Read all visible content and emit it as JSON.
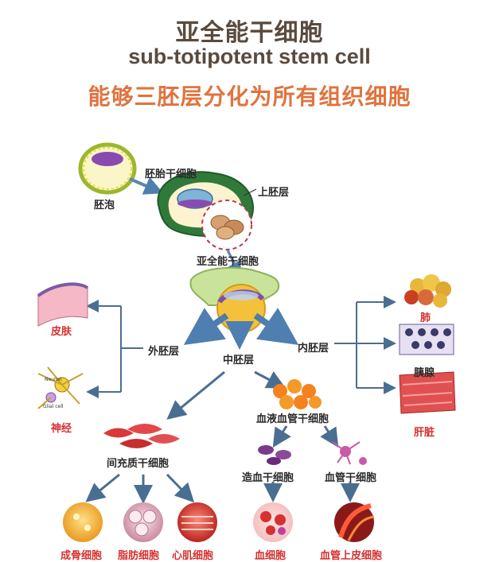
{
  "header": {
    "title": "亚全能干细胞",
    "subtitle": "sub-totipotent stem cell",
    "tagline": "能够三胚层分化为所有组织细胞"
  },
  "labels": {
    "blastocyst": "胚泡",
    "embryonic_stem_cell": "胚胎干细胞",
    "epiblast": "上胚层",
    "subtotipotent_stem_cell": "亚全能干细胞",
    "ectoderm": "外胚层",
    "mesoderm": "中胚层",
    "endoderm": "内胚层",
    "skin": "皮肤",
    "nerve": "神经",
    "lung": "肺",
    "pancreas": "胰腺",
    "liver": "肝脏",
    "hemangioblast": "血液血管干细胞",
    "mesenchymal_stem_cell": "间充质干细胞",
    "hematopoietic_stem_cell": "造血干细胞",
    "vascular_stem_cell": "血管干细胞",
    "osteoblast": "成骨细胞",
    "adipocyte": "脂肪细胞",
    "cardiomyocyte": "心肌细胞",
    "blood_cell": "血细胞",
    "endothelial_cell": "血管上皮细胞",
    "neuron_tag": "Neuron",
    "glial_tag": "Glial cell"
  },
  "colors": {
    "title": "#5a4a3e",
    "tagline": "#e0733e",
    "organ_label": "#d62f2f",
    "arrow_blue": "#3f6f9f",
    "connector": "#4a6e92"
  }
}
